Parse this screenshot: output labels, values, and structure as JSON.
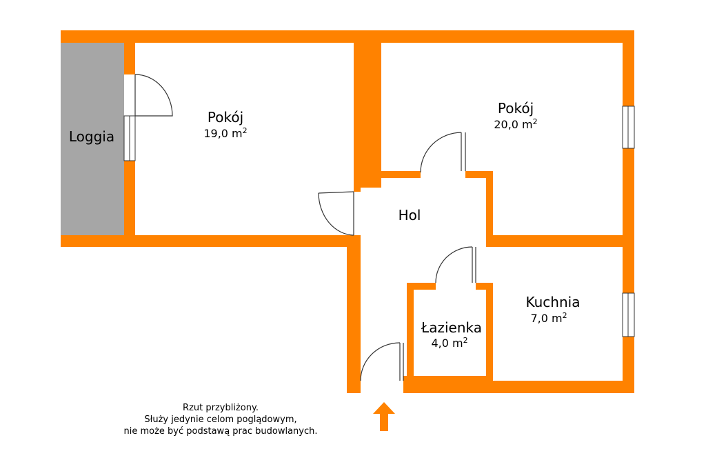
{
  "colors": {
    "wall": "#ff8200",
    "loggia_fill": "#a6a6a6",
    "door_line": "#333333",
    "window_line": "#333333"
  },
  "rooms": {
    "loggia": {
      "name": "Loggia"
    },
    "pokoj1": {
      "name": "Pokój",
      "area_value": "19,0 m",
      "area_sup": "2"
    },
    "pokoj2": {
      "name": "Pokój",
      "area_value": "20,0 m",
      "area_sup": "2"
    },
    "hol": {
      "name": "Hol"
    },
    "lazienka": {
      "name": "Łazienka",
      "area_value": "4,0 m",
      "area_sup": "2"
    },
    "kuchnia": {
      "name": "Kuchnia",
      "area_value": "7,0 m",
      "area_sup": "2"
    }
  },
  "entrance_icon": "arrow-up-icon",
  "note": {
    "line1": "Rzut przybliżony.",
    "line2": "Służy jedynie celom poglądowym,",
    "line3": "nie może być podstawą prac budowlanych."
  }
}
